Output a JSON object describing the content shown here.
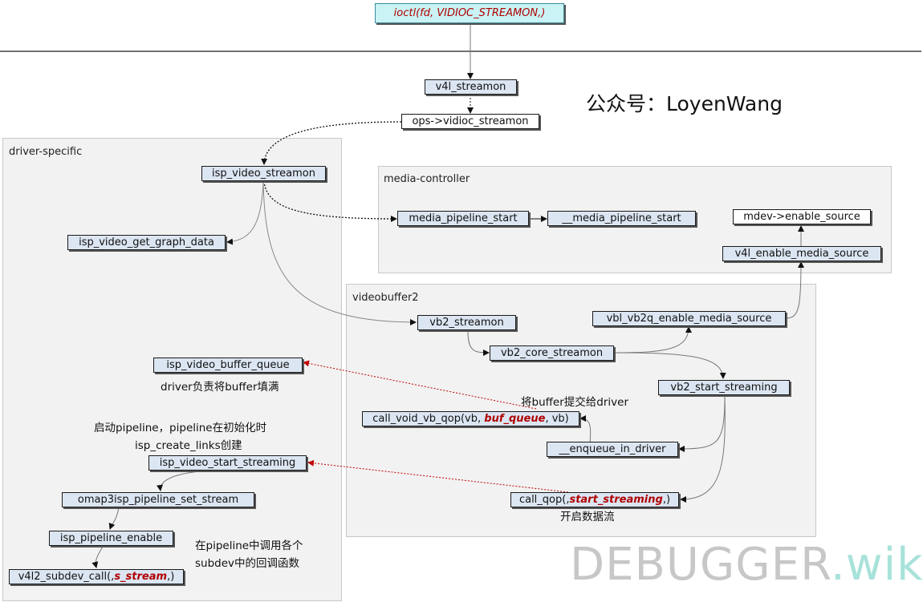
{
  "top_call": "ioctl(fd, VIDIOC_STREAMON,)",
  "brand": "公众号：LoyenWang",
  "watermark": {
    "main": "DEBUGGER",
    "tld": ".wiki"
  },
  "regions": {
    "driver_specific": "driver-specific",
    "media_controller": "media-controller",
    "videobuffer2": "videobuffer2"
  },
  "nodes": {
    "v4l_streamon": "v4l_streamon",
    "ops_vidioc_streamon": "ops->vidioc_streamon",
    "isp_video_streamon": "isp_video_streamon",
    "isp_video_get_graph_data": "isp_video_get_graph_data",
    "media_pipeline_start": "media_pipeline_start",
    "media_pipeline_start_inner": "__media_pipeline_start",
    "mdev_enable_source": "mdev->enable_source",
    "v4l_enable_media_source": "v4l_enable_media_source",
    "vb2_streamon": "vb2_streamon",
    "vbl_vb2q_enable_media_source": "vbl_vb2q_enable_media_source",
    "vb2_core_streamon": "vb2_core_streamon",
    "vb2_start_streaming": "vb2_start_streaming",
    "isp_video_buffer_queue": "isp_video_buffer_queue",
    "call_void_vb_qop": {
      "pre": "call_void_vb_qop(vb, ",
      "em": "buf_queue",
      "post": ", vb)"
    },
    "enqueue_in_driver": "__enqueue_in_driver",
    "isp_video_start_streaming": "isp_video_start_streaming",
    "call_qop": {
      "pre": "call_qop(,",
      "em": "start_streaming",
      "post": ",)"
    },
    "omap3isp_pipeline_set_stream": "omap3isp_pipeline_set_stream",
    "isp_pipeline_enable": "isp_pipeline_enable",
    "v4l2_subdev_call": {
      "pre": "v4l2_subdev_call(,",
      "em": "s_stream",
      "post": ",)"
    }
  },
  "notes": {
    "driver_fill": "driver负责将buffer填满",
    "submit_buffer": "将buffer提交给driver",
    "pipeline_line1": "启动pipeline，pipeline在初始化时",
    "pipeline_line2": "isp_create_links创建",
    "start_dataflow": "开启数据流",
    "subdev_line1": "在pipeline中调用各个",
    "subdev_line2": "subdev中的回调函数"
  },
  "colors": {
    "node_fill": "#dce6f2",
    "top_fill": "#c9f3f5",
    "region_fill": "#f2f2f2",
    "emphasis": "#b00000",
    "red_arrow": "#c00000"
  }
}
